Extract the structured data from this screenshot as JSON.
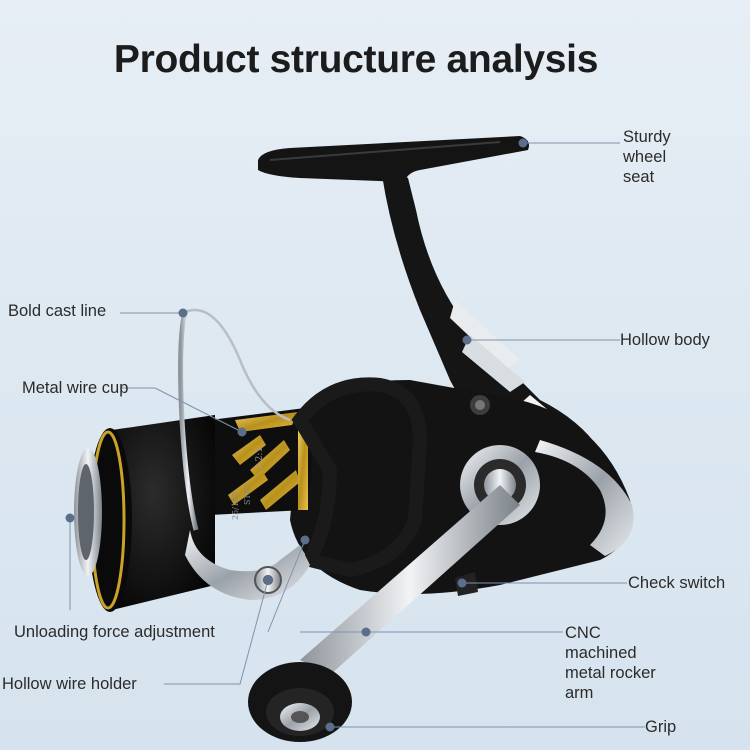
{
  "title": "Product structure analysis",
  "labels": {
    "wheel_seat": [
      "Sturdy",
      "wheel",
      "seat"
    ],
    "cast_line": "Bold cast line",
    "hollow_body": "Hollow body",
    "wire_cup": "Metal wire cup",
    "check_switch": "Check switch",
    "unloading": "Unloading force adjustment",
    "cnc_arm": [
      "CNC",
      "machined",
      "metal rocker",
      "arm"
    ],
    "wire_holder": "Hollow wire holder",
    "grip": "Grip"
  },
  "spool_text": [
    "5.2:1",
    "STIO",
    "25/140"
  ],
  "colors": {
    "accent_gold": "#c9a227",
    "leader": "#7e93ad",
    "body": "#121212",
    "chrome": "#c8ccd0"
  }
}
